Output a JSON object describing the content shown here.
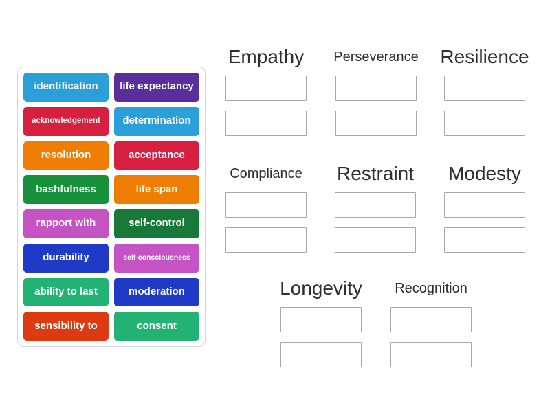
{
  "tiles": [
    {
      "label": "identification",
      "color": "#2B9FD9"
    },
    {
      "label": "life expectancy",
      "color": "#5B2E9E"
    },
    {
      "label": "acknowledgement",
      "color": "#D7203F"
    },
    {
      "label": "determination",
      "color": "#2B9FD9"
    },
    {
      "label": "resolution",
      "color": "#EE7D01"
    },
    {
      "label": "acceptance",
      "color": "#D7203F"
    },
    {
      "label": "bashfulness",
      "color": "#16903A"
    },
    {
      "label": "life span",
      "color": "#EE7D01"
    },
    {
      "label": "rapport with",
      "color": "#C653C4"
    },
    {
      "label": "self-control",
      "color": "#187837"
    },
    {
      "label": "durability",
      "color": "#1E3AC6"
    },
    {
      "label": "self-consciousness",
      "color": "#C653C4"
    },
    {
      "label": "ability to last",
      "color": "#22B274"
    },
    {
      "label": "moderation",
      "color": "#1E3AC6"
    },
    {
      "label": "sensibility to",
      "color": "#DC3A10"
    },
    {
      "label": "consent",
      "color": "#22B274"
    }
  ],
  "categories": [
    {
      "name": "Empathy",
      "slot_count": 2
    },
    {
      "name": "Perseverance",
      "slot_count": 2
    },
    {
      "name": "Resilience",
      "slot_count": 2
    },
    {
      "name": "Compliance",
      "slot_count": 2
    },
    {
      "name": "Restraint",
      "slot_count": 2
    },
    {
      "name": "Modesty",
      "slot_count": 2
    },
    {
      "name": "Longevity",
      "slot_count": 2
    },
    {
      "name": "Recognition",
      "slot_count": 2
    }
  ],
  "colors": {
    "tile_text": "#ffffff",
    "header_text": "#2f2f2f",
    "slot_border": "#a8a8a8",
    "tray_border": "#d5d5d5",
    "background": "#ffffff"
  }
}
